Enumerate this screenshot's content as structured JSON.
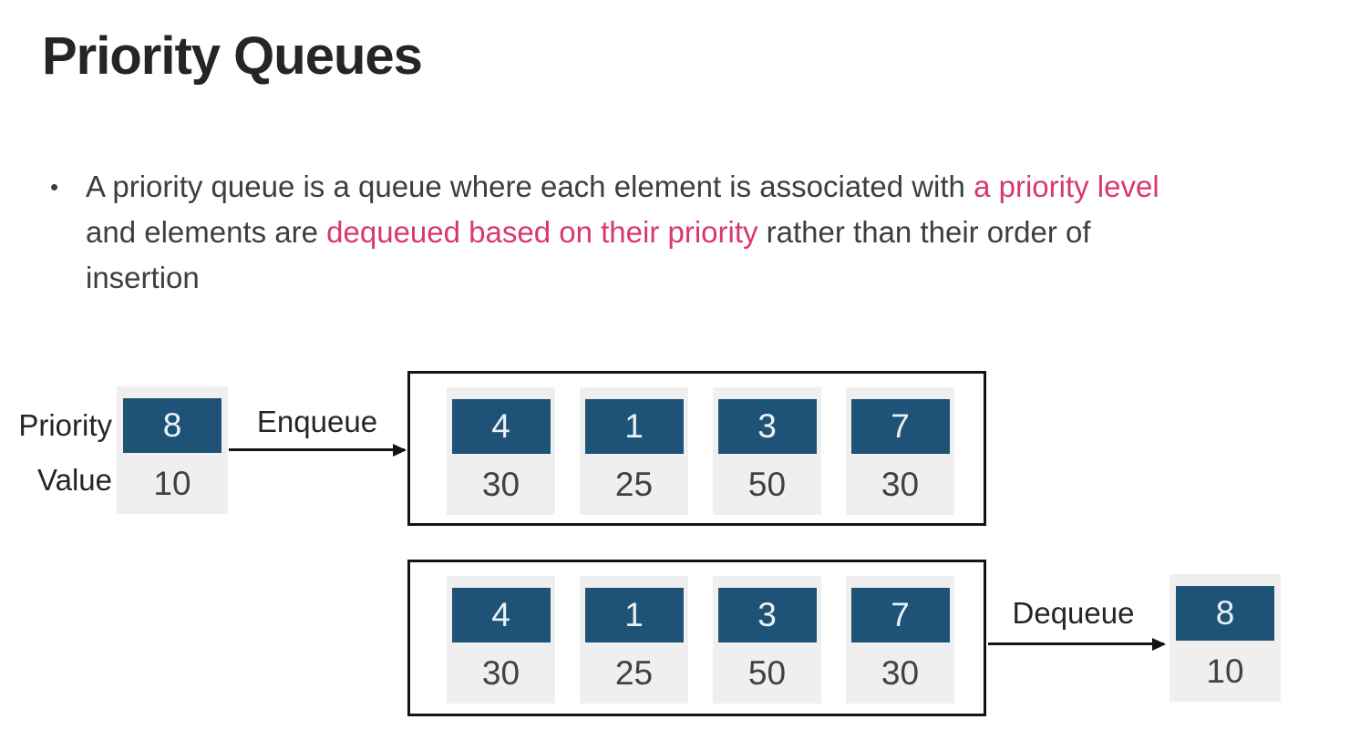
{
  "slide": {
    "title": "Priority Queues",
    "bullet": {
      "marker": "•",
      "lines": [
        [
          {
            "text": "A priority queue is a queue where each element is associated with ",
            "highlight": false
          },
          {
            "text": "a priority level",
            "highlight": true
          }
        ],
        [
          {
            "text": "and elements are ",
            "highlight": false
          },
          {
            "text": "dequeued based on their priority",
            "highlight": true
          },
          {
            "text": " rather than their order of",
            "highlight": false
          }
        ],
        [
          {
            "text": "insertion",
            "highlight": false
          }
        ]
      ]
    }
  },
  "diagram": {
    "labels": {
      "priority": "Priority",
      "value": "Value",
      "enqueue": "Enqueue",
      "dequeue": "Dequeue"
    },
    "incoming_element": {
      "priority": "8",
      "value": "10"
    },
    "queue_before": [
      {
        "priority": "4",
        "value": "30"
      },
      {
        "priority": "1",
        "value": "25"
      },
      {
        "priority": "3",
        "value": "50"
      },
      {
        "priority": "7",
        "value": "30"
      }
    ],
    "queue_after": [
      {
        "priority": "4",
        "value": "30"
      },
      {
        "priority": "1",
        "value": "25"
      },
      {
        "priority": "3",
        "value": "50"
      },
      {
        "priority": "7",
        "value": "30"
      }
    ],
    "dequeued_element": {
      "priority": "8",
      "value": "10"
    }
  },
  "colors": {
    "title": "#232527",
    "body_text": "#3b3e42",
    "highlight": "#d8386e",
    "card_background": "#efefef",
    "priority_box": "#1e5377",
    "priority_text": "#eaf2f7",
    "value_text": "#3f4245",
    "line": "#141414",
    "background": "#ffffff"
  }
}
